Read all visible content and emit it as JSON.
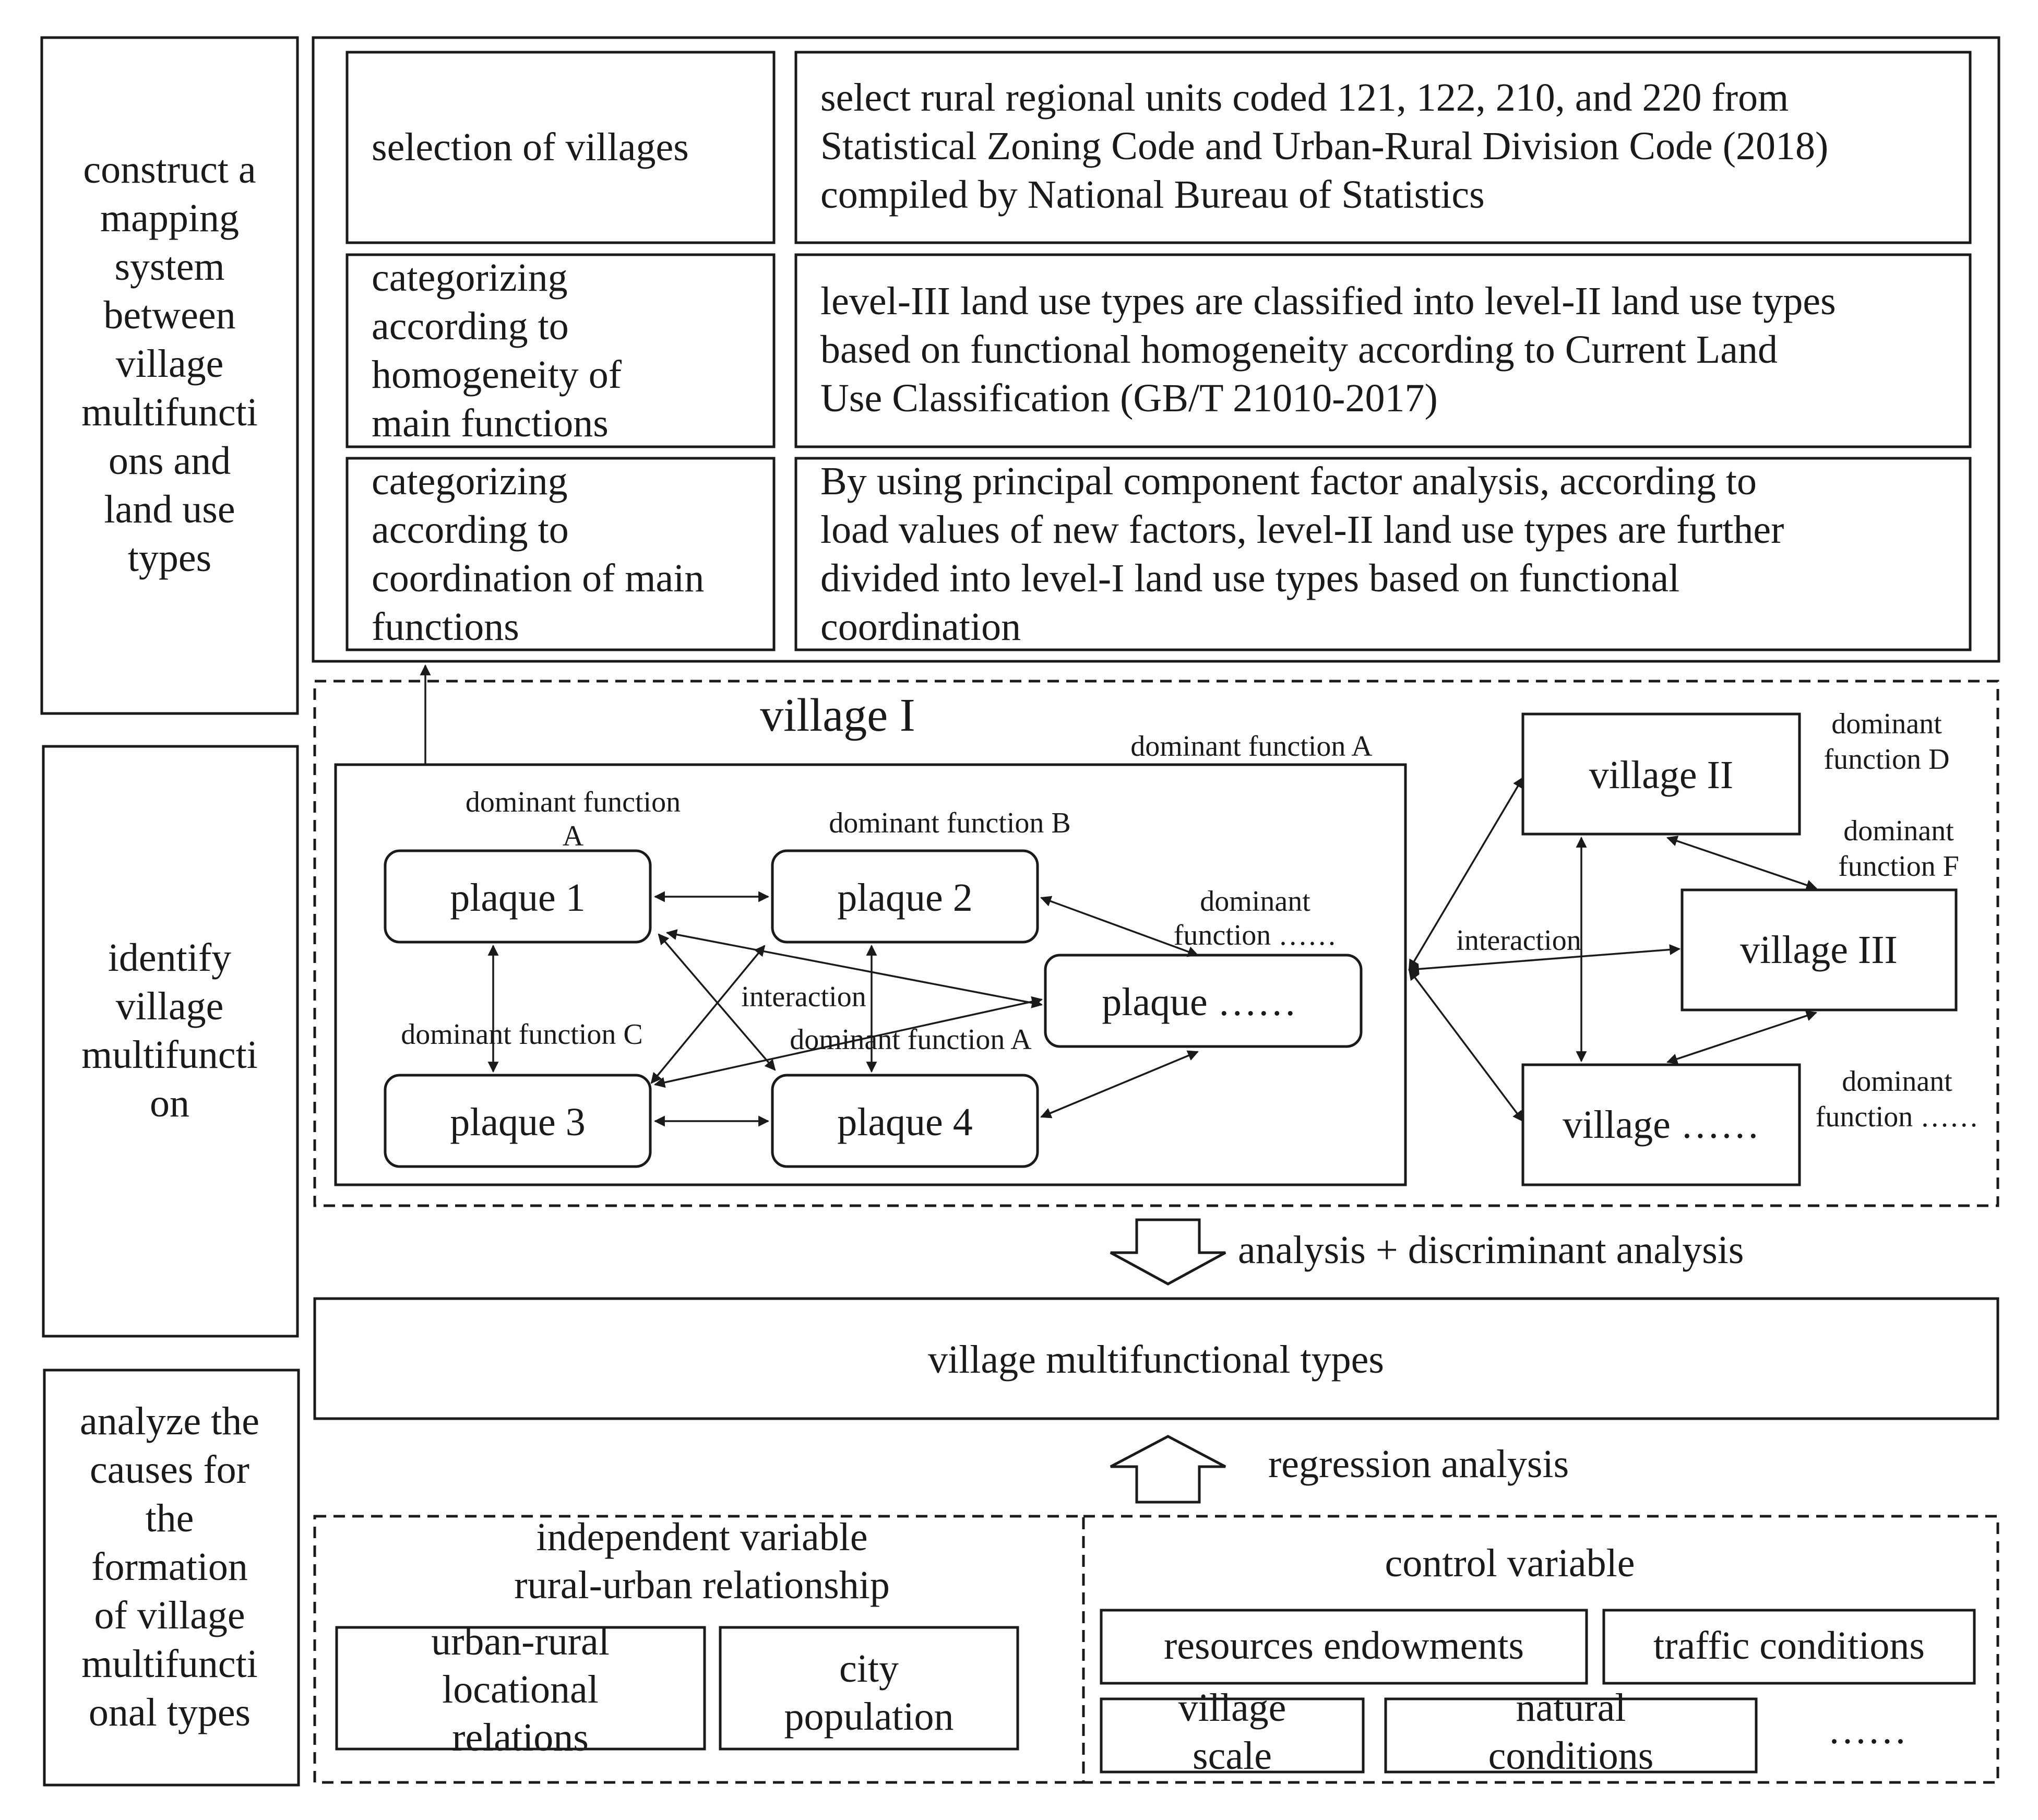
{
  "left_column": {
    "construct": [
      "construct a",
      "mapping",
      "system",
      "between",
      "village",
      "multifuncti",
      "ons and",
      "land use",
      "types"
    ],
    "identify": [
      "identify",
      "village",
      "multifuncti",
      "on"
    ],
    "analyze": [
      "analyze the",
      "causes for",
      "the",
      "formation",
      "of village",
      "multifuncti",
      "onal types"
    ]
  },
  "steps": [
    {
      "label": [
        "selection of villages"
      ],
      "description": [
        "select rural regional units coded 121, 122, 210, and 220 from",
        "Statistical Zoning Code and Urban-Rural Division Code (2018)",
        "compiled by National Bureau of Statistics"
      ]
    },
    {
      "label": [
        "categorizing",
        "according to",
        "homogeneity of",
        "main functions"
      ],
      "description": [
        "level-III land use types are classified into level-II land use types",
        "based on functional homogeneity according to Current Land",
        "Use Classification (GB/T 21010-2017)"
      ]
    },
    {
      "label": [
        "categorizing",
        "according to",
        "coordination of main",
        "functions"
      ],
      "description": [
        "By using principal component factor analysis, according to",
        "load values of new factors, level-II land use types are further",
        "divided  into level-I land use types based on functional",
        "coordination"
      ]
    }
  ],
  "village_section": {
    "village_one_title": "village I",
    "village_one_function": "dominant function A",
    "plaques": [
      "plaque 1",
      "plaque 2",
      "plaque 3",
      "plaque 4",
      "plaque ……"
    ],
    "plaque_functions": {
      "p1": [
        "dominant function",
        "A"
      ],
      "p2": [
        "dominant function B"
      ],
      "p3": [
        "dominant function C"
      ],
      "p4": [
        "dominant function A"
      ],
      "p5": [
        "dominant",
        "function ……"
      ]
    },
    "interaction_inner": "interaction",
    "interaction_outer": "interaction",
    "villages": [
      "village II",
      "village III",
      "village ……"
    ],
    "village_functions": {
      "v2": [
        "dominant",
        "function D"
      ],
      "v3": [
        "dominant",
        "function F"
      ],
      "v4": [
        "dominant",
        "function ……"
      ]
    }
  },
  "analysis_label": "analysis + discriminant analysis",
  "types_label": "village multifunctional types",
  "regression_label": "regression analysis",
  "independent": {
    "title": [
      "independent  variable",
      "rural-urban relationship"
    ],
    "boxes": [
      [
        "urban-rural",
        "locational",
        "relations"
      ],
      [
        "city",
        "population"
      ]
    ]
  },
  "control": {
    "title": "control variable",
    "boxes": [
      [
        "resources endowments"
      ],
      [
        "traffic conditions"
      ],
      [
        "village",
        "scale"
      ],
      [
        "natural",
        "conditions"
      ]
    ],
    "ellipsis": "……"
  }
}
